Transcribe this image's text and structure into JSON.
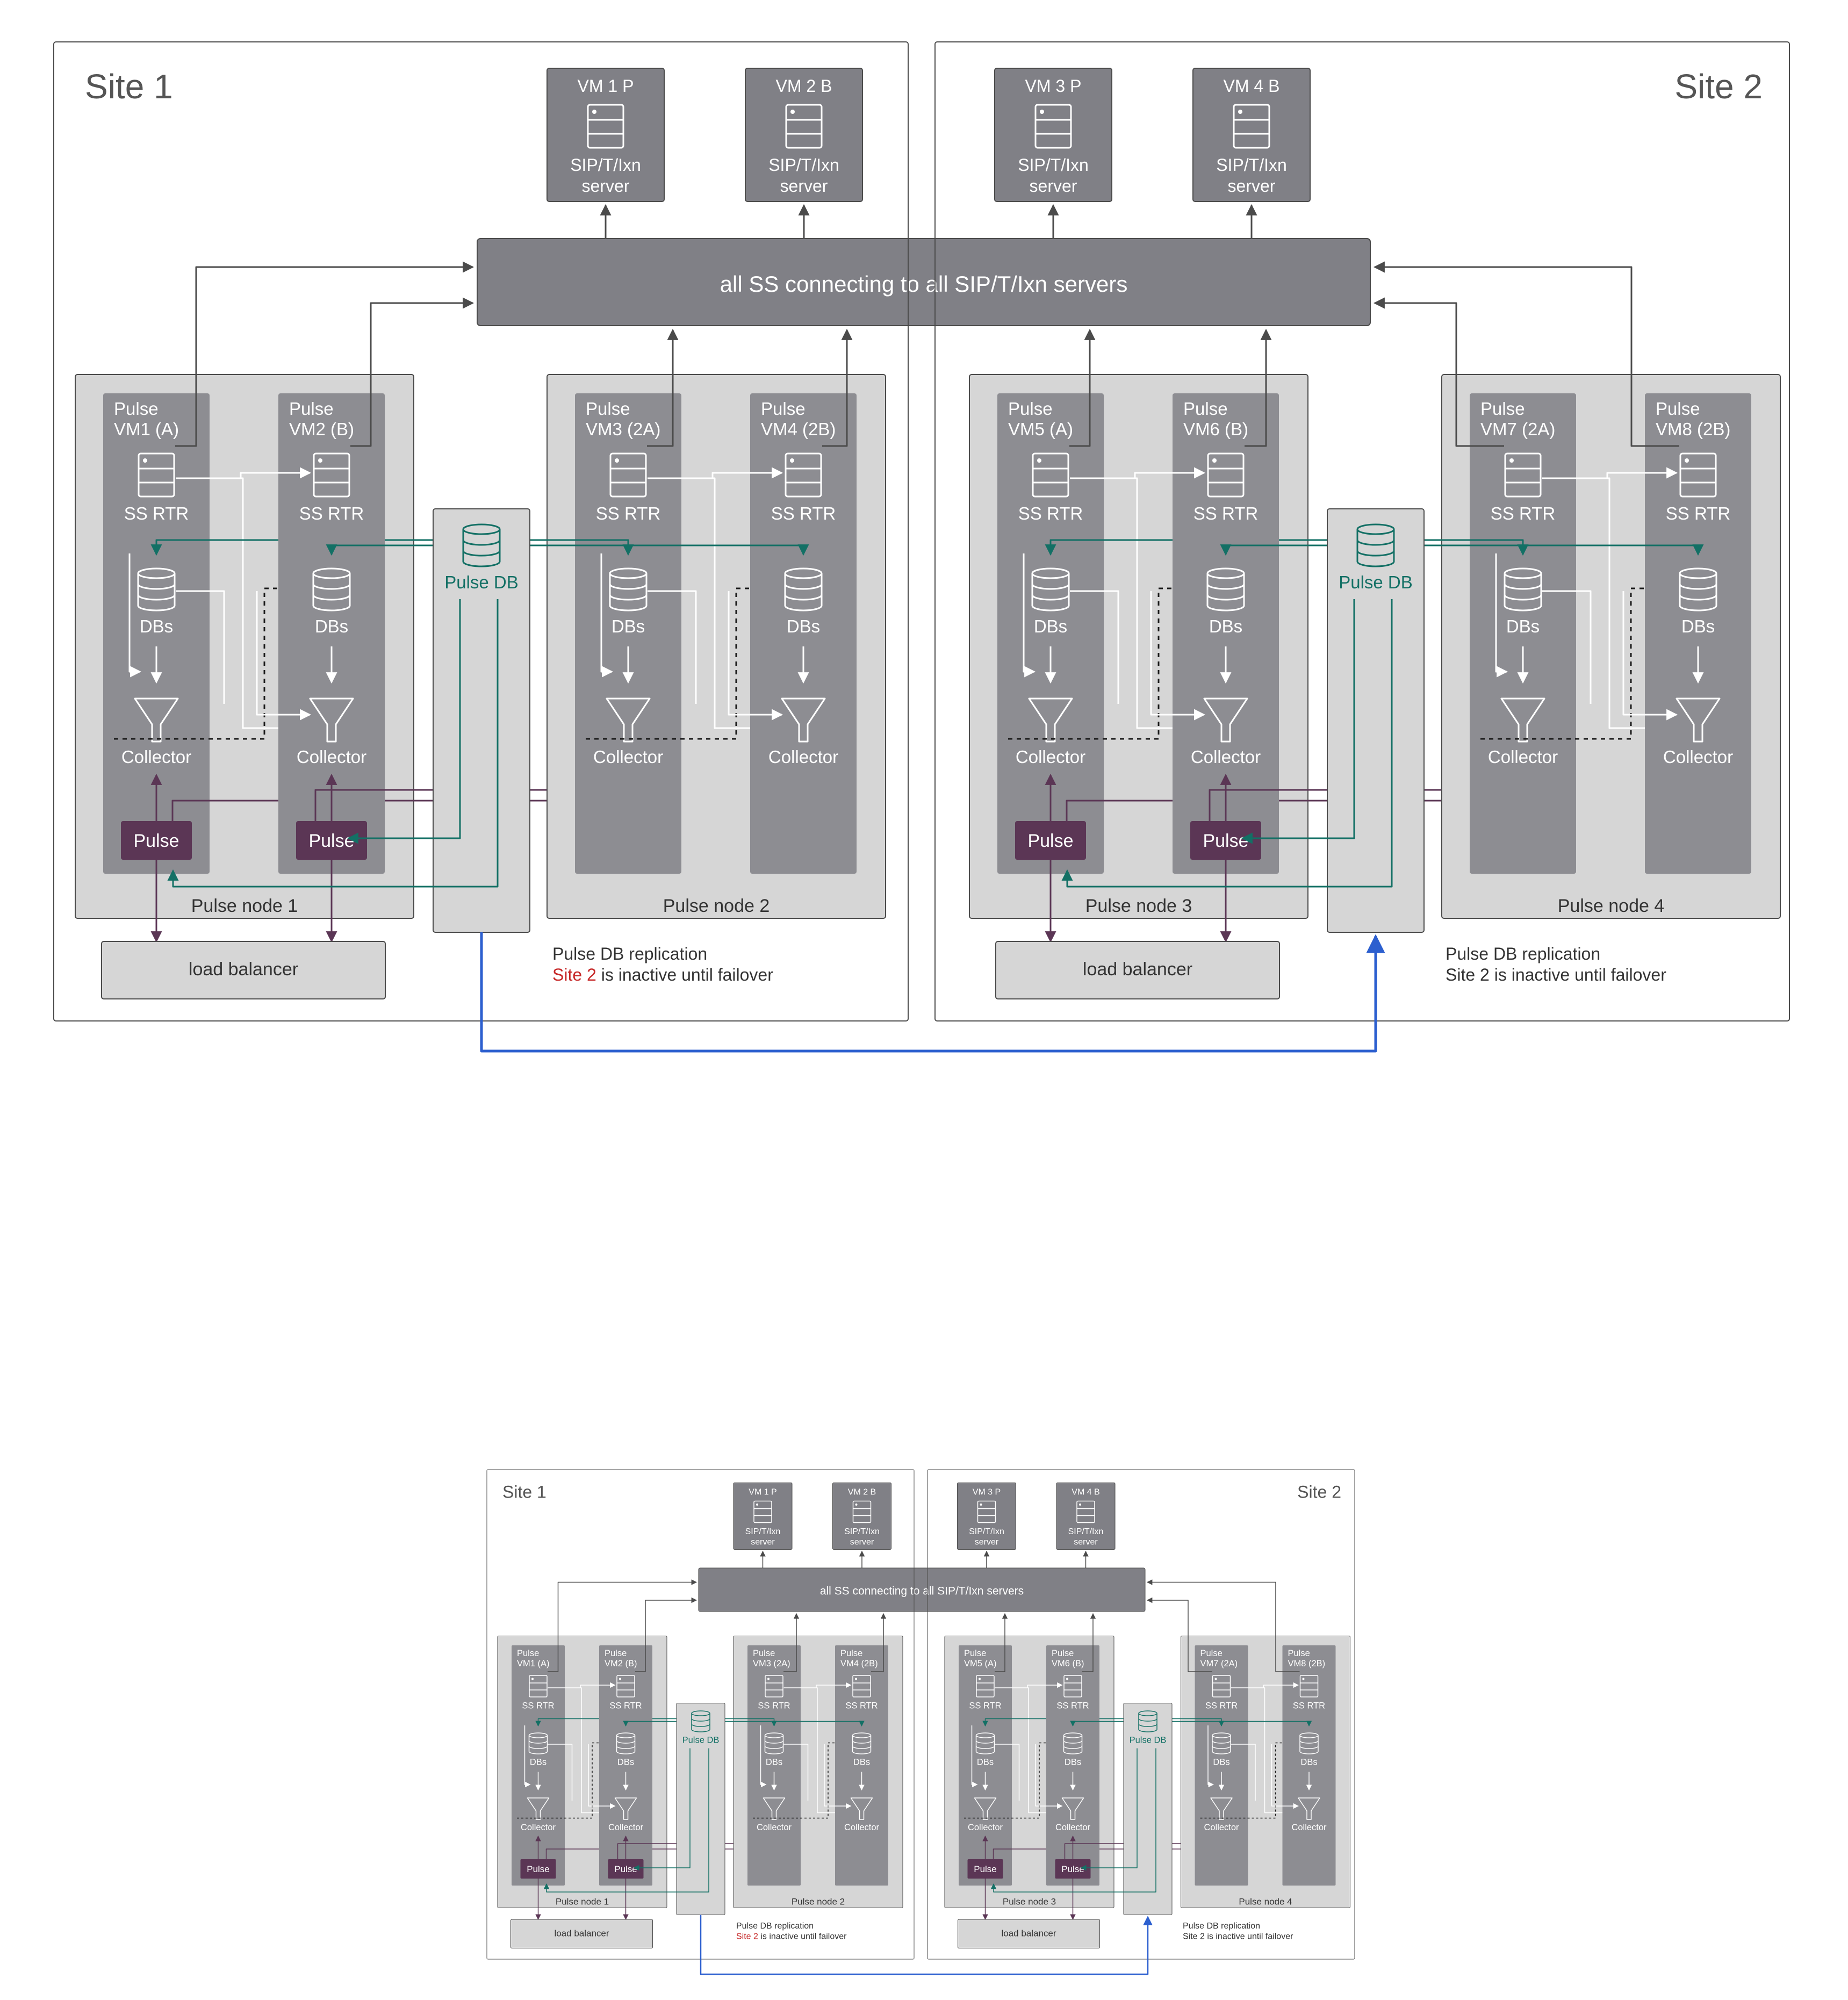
{
  "colors": {
    "border": "#4b4b4b",
    "node_bg": "#d6d6d6",
    "vm_bg": "#8d8d92",
    "box_fill": "#808086",
    "pulse": "#5b3655",
    "pulse_db": "#137065",
    "flow": "#ffffff",
    "failover_link": "#2c5fcf",
    "highlight_text": "#c62828"
  },
  "icons": [
    "server-icon",
    "database-icon",
    "funnel-icon"
  ],
  "site1": {
    "title": "Site 1",
    "vms": [
      {
        "title": "VM 1 P",
        "label_line1": "SIP/T/Ixn",
        "label_line2": "server"
      },
      {
        "title": "VM 2 B",
        "label_line1": "SIP/T/Ixn",
        "label_line2": "server"
      }
    ],
    "nodes": [
      {
        "label": "Pulse node 1",
        "vms": [
          {
            "title_line1": "Pulse",
            "title_line2": "VM1 (A)",
            "rtr": "SS RTR",
            "dbs": "DBs",
            "collector": "Collector",
            "pulse": "Pulse"
          },
          {
            "title_line1": "Pulse",
            "title_line2": "VM2 (B)",
            "rtr": "SS RTR",
            "dbs": "DBs",
            "collector": "Collector",
            "pulse": "Pulse"
          }
        ]
      },
      {
        "label": "Pulse node 2",
        "vms": [
          {
            "title_line1": "Pulse",
            "title_line2": "VM3 (2A)",
            "rtr": "SS RTR",
            "dbs": "DBs",
            "collector": "Collector"
          },
          {
            "title_line1": "Pulse",
            "title_line2": "VM4 (2B)",
            "rtr": "SS RTR",
            "dbs": "DBs",
            "collector": "Collector"
          }
        ]
      }
    ],
    "pulse_db": "Pulse DB",
    "load_balancer": "load balancer",
    "note_line1": "Pulse DB replication",
    "note_line2_highlight": "Site 2",
    "note_line2_rest": " is inactive until failover"
  },
  "site2": {
    "title": "Site 2",
    "vms": [
      {
        "title": "VM 3 P",
        "label_line1": "SIP/T/Ixn",
        "label_line2": "server"
      },
      {
        "title": "VM 4 B",
        "label_line1": "SIP/T/Ixn",
        "label_line2": "server"
      }
    ],
    "nodes": [
      {
        "label": "Pulse node 3",
        "vms": [
          {
            "title_line1": "Pulse",
            "title_line2": "VM5 (A)",
            "rtr": "SS RTR",
            "dbs": "DBs",
            "collector": "Collector",
            "pulse": "Pulse"
          },
          {
            "title_line1": "Pulse",
            "title_line2": "VM6 (B)",
            "rtr": "SS RTR",
            "dbs": "DBs",
            "collector": "Collector",
            "pulse": "Pulse"
          }
        ]
      },
      {
        "label": "Pulse node 4",
        "vms": [
          {
            "title_line1": "Pulse",
            "title_line2": "VM7 (2A)",
            "rtr": "SS RTR",
            "dbs": "DBs",
            "collector": "Collector"
          },
          {
            "title_line1": "Pulse",
            "title_line2": "VM8 (2B)",
            "rtr": "SS RTR",
            "dbs": "DBs",
            "collector": "Collector"
          }
        ]
      }
    ],
    "pulse_db": "Pulse DB",
    "load_balancer": "load balancer",
    "note_line1": "Pulse DB replication",
    "note_line2": "Site 2 is inactive until failover"
  },
  "central_bar": "all SS connecting to all SIP/T/Ixn servers"
}
